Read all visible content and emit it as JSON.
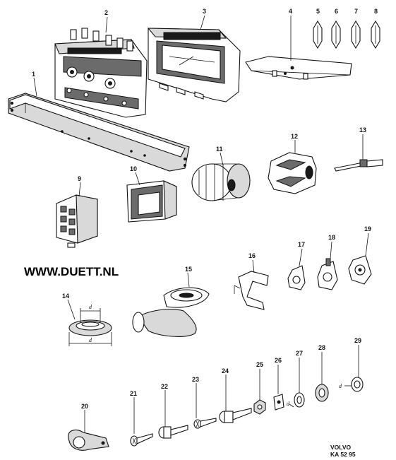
{
  "website": "WWW.DUETT.NL",
  "brand": "VOLVO",
  "drawing_code": "KA 52 95",
  "dimension_label": "d",
  "callouts": [
    "1",
    "2",
    "3",
    "4",
    "5",
    "6",
    "7",
    "8",
    "9",
    "10",
    "11",
    "12",
    "13",
    "14",
    "15",
    "16",
    "17",
    "18",
    "19",
    "20",
    "21",
    "22",
    "23",
    "24",
    "25",
    "26",
    "27",
    "28",
    "29"
  ]
}
